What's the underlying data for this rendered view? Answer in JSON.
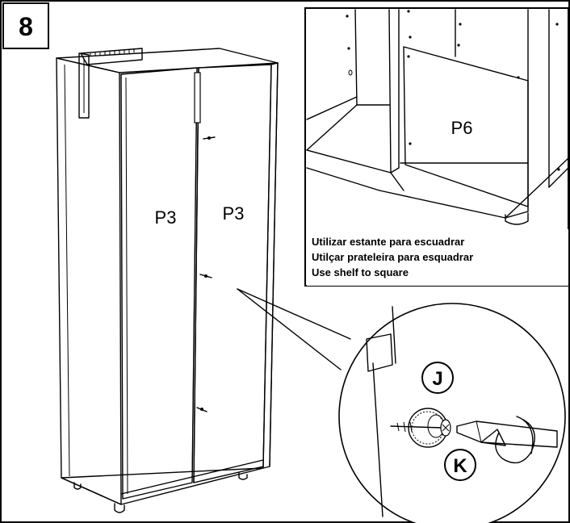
{
  "step": {
    "number": "8"
  },
  "panels": {
    "door_left": "P3",
    "door_right": "P3",
    "back_panel": "P6"
  },
  "instructions": [
    "Utilizar estante para escuadrar",
    "Utilçar prateleira para esquadrar",
    "Use shelf to square"
  ],
  "parts": {
    "hinge_screw": "J",
    "screwdriver": "K"
  }
}
